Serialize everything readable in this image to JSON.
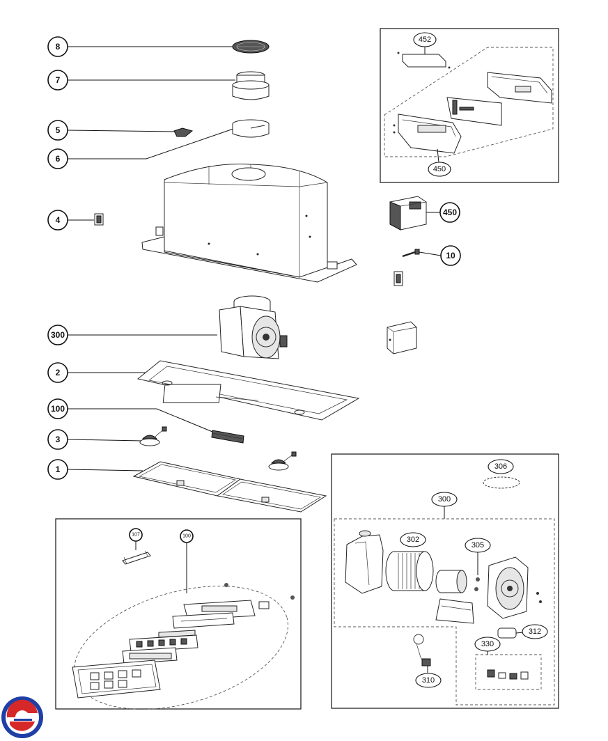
{
  "callouts": {
    "c8": "8",
    "c7": "7",
    "c5": "5",
    "c6": "6",
    "c4": "4",
    "c300": "300",
    "c2": "2",
    "c100": "100",
    "c3": "3",
    "c1": "1",
    "c450": "450",
    "c10": "10"
  },
  "box_top_right": {
    "c452": "452",
    "c450": "450"
  },
  "box_bottom_left": {
    "c107": "107",
    "c100": "100"
  },
  "box_bottom_right": {
    "c306": "306",
    "c300": "300",
    "c302": "302",
    "c305": "305",
    "c312": "312",
    "c330": "330",
    "c310": "310"
  },
  "colors": {
    "logo_red": "#d62828",
    "logo_blue": "#1f3fa6"
  }
}
